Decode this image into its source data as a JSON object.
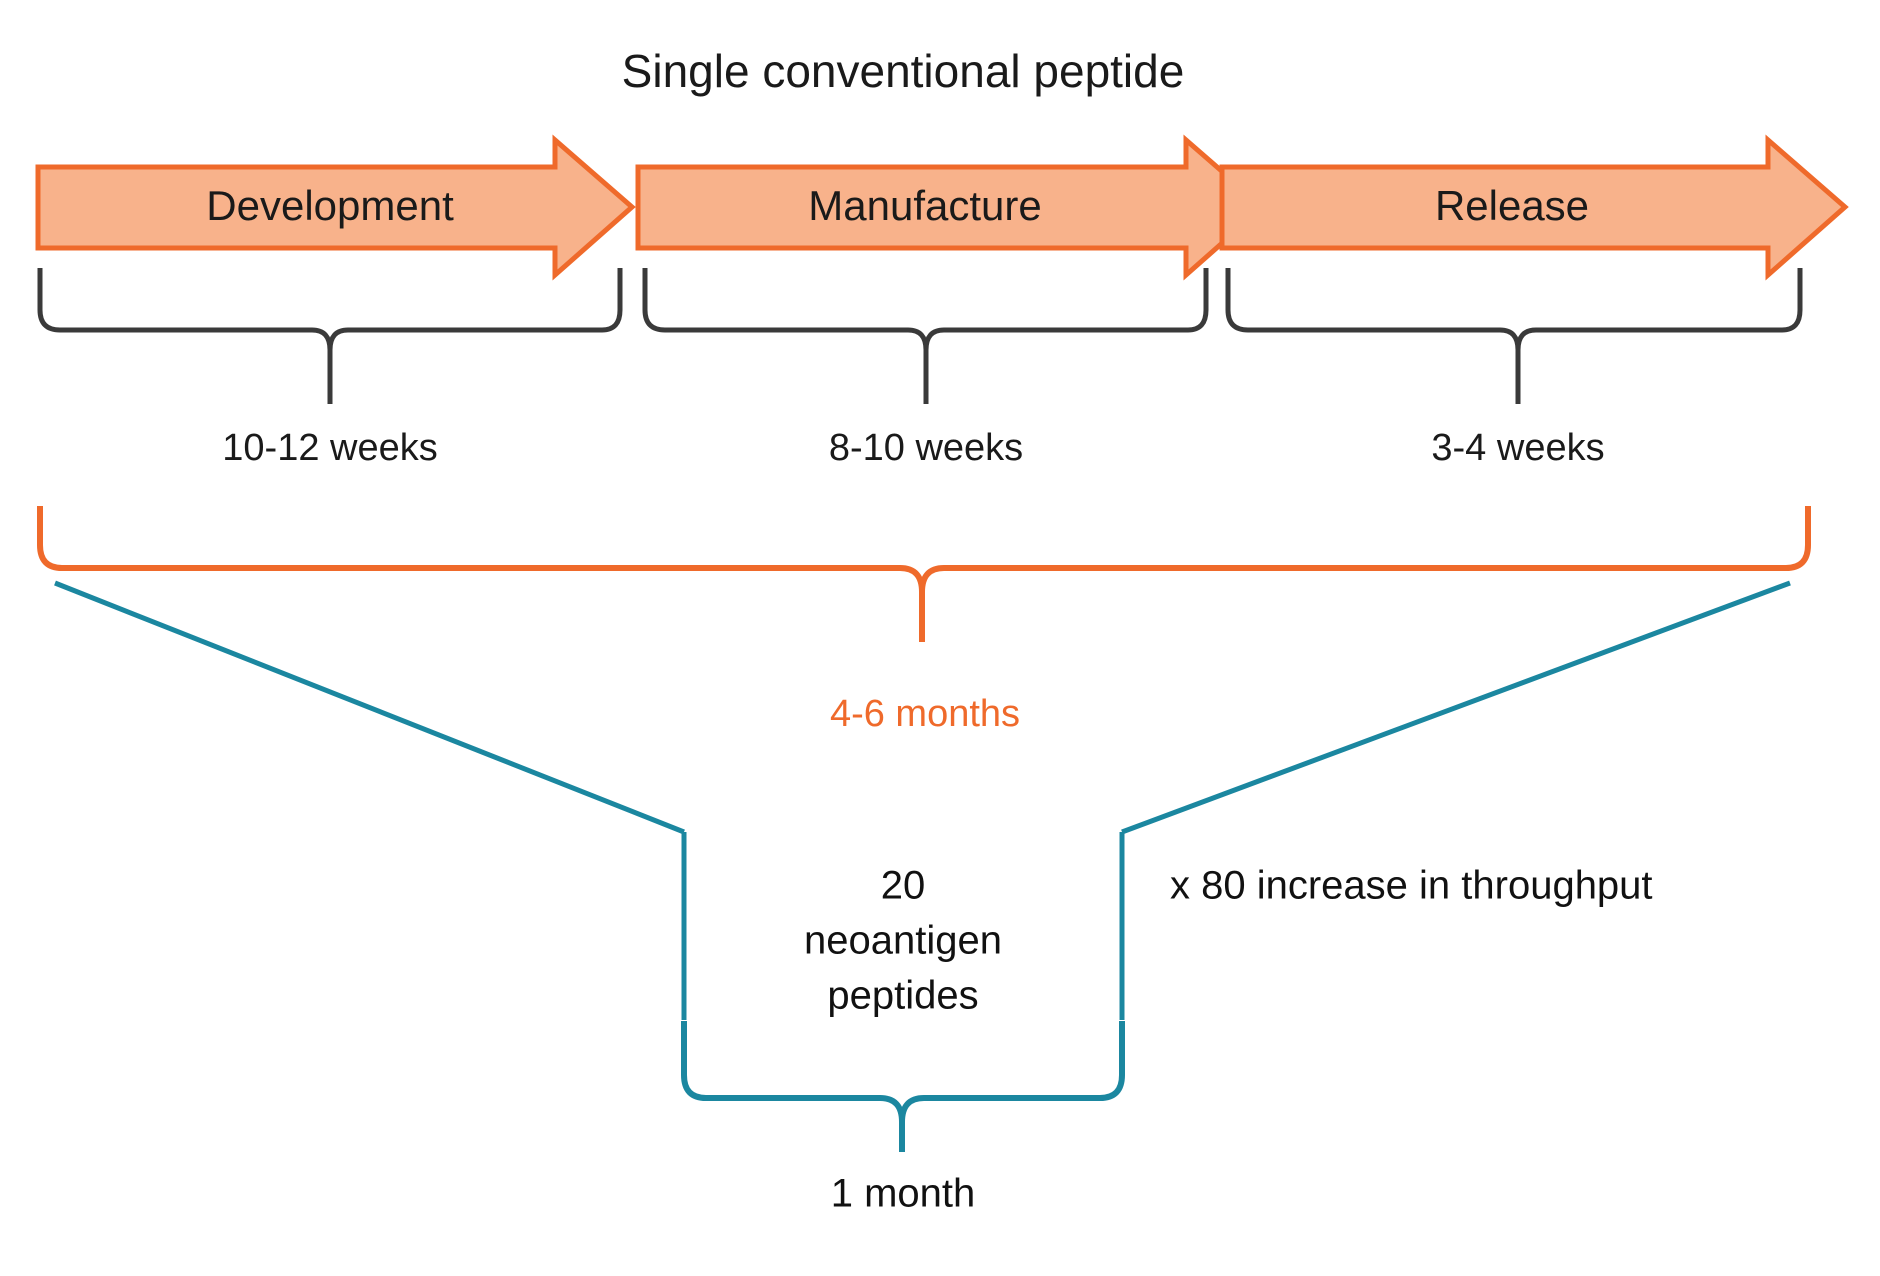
{
  "figure": {
    "title": "Single conventional peptide",
    "background_color": "#ffffff",
    "colors": {
      "arrow_fill": "#f8b28b",
      "arrow_stroke": "#ef6a2b",
      "brace_black": "#3a3a3a",
      "brace_orange": "#ef6a2b",
      "brace_teal": "#1b87a0",
      "text": "#111111"
    }
  },
  "pipeline": {
    "stages": [
      {
        "label": "Development",
        "duration": "10-12 weeks"
      },
      {
        "label": "Manufacture",
        "duration": "8-10 weeks"
      },
      {
        "label": "Release",
        "duration": "3-4 weeks"
      }
    ]
  },
  "conventional_total": {
    "label": "4-6 months"
  },
  "multiplex": {
    "center_note_line1": "20",
    "center_note_line2": "neoantigen",
    "center_note_line3": "peptides",
    "throughput": "x 80 increase in throughput",
    "total_label": "1 month"
  }
}
